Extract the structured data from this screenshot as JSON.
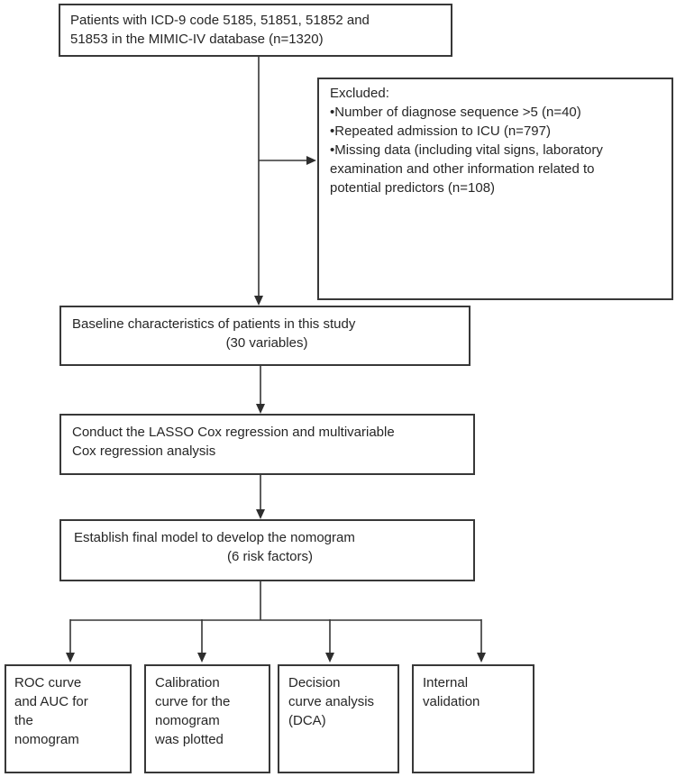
{
  "figure": {
    "background_color": "#ffffff",
    "line_color": "#363636",
    "border_color": "#383838",
    "text_color": "#262626",
    "boxes": {
      "patients": {
        "line1": "Patients with ICD-9 code 5185, 51851, 51852 and",
        "line2": "51853 in the MIMIC-IV database (n=1320)"
      },
      "excluded": {
        "lines": [
          "Excluded:",
          "•Number of diagnose sequence >5 (n=40)",
          "•Repeated admission to ICU (n=797)",
          "•Missing data (including vital signs, laboratory",
          "examination and other information related to",
          "potential predictors (n=108)"
        ]
      },
      "baseline": {
        "line1": "Baseline characteristics of patients in this study",
        "line2": "(30 variables)"
      },
      "conduct": {
        "line1": "Conduct the LASSO Cox regression and multivariable",
        "line2": "Cox regression analysis"
      },
      "establish": {
        "line1": "Establish final model to develop the nomogram",
        "line2": "(6 risk factors)"
      },
      "outcomes": [
        {
          "lines": [
            "ROC curve",
            "and AUC for",
            "the",
            "nomogram"
          ]
        },
        {
          "lines": [
            "Calibration",
            "curve for the",
            "nomogram",
            "was plotted"
          ]
        },
        {
          "lines": [
            "Decision",
            "curve analysis",
            "(DCA)",
            ""
          ]
        },
        {
          "lines": [
            "Internal",
            "validation",
            "",
            ""
          ]
        }
      ]
    }
  }
}
